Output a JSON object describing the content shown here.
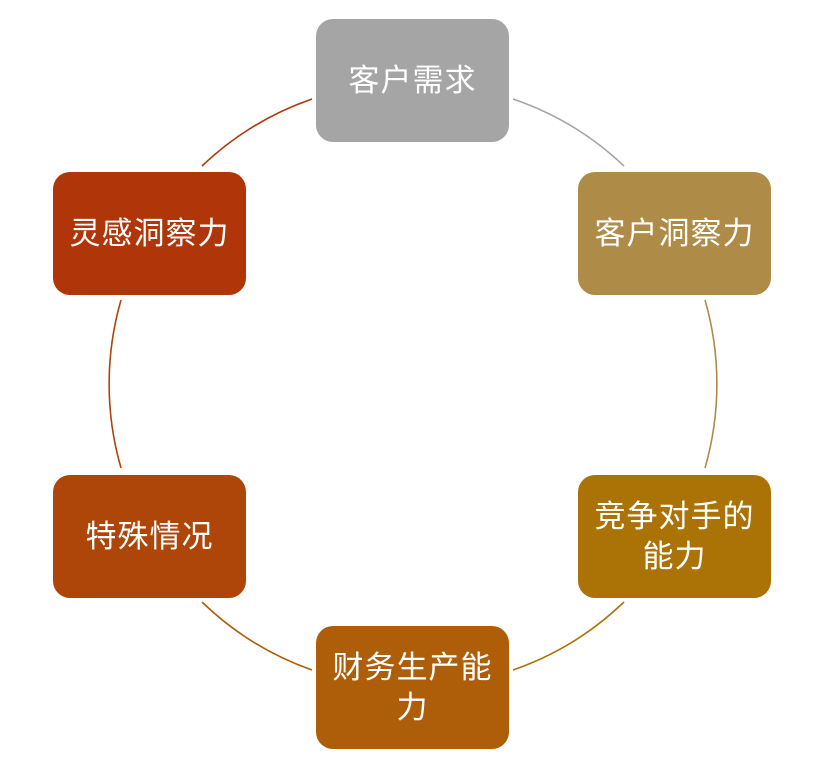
{
  "diagram": {
    "nodes": [
      {
        "id": "n1",
        "label": "客户需求",
        "color": "#a5a5a5"
      },
      {
        "id": "n2",
        "label": "客户洞察力",
        "color": "#ae8b47"
      },
      {
        "id": "n3",
        "label": "竞争对手的能力",
        "color": "#ab7206"
      },
      {
        "id": "n4",
        "label": "财务生产能力",
        "color": "#ae5e08"
      },
      {
        "id": "n5",
        "label": "特殊情况",
        "color": "#ad4608"
      },
      {
        "id": "n6",
        "label": "灵感洞察力",
        "color": "#b03508"
      }
    ],
    "arc_colors": [
      "#a5a5a5",
      "#ae8b47",
      "#ab7206",
      "#ae5e08",
      "#ad4608",
      "#b03508"
    ]
  }
}
